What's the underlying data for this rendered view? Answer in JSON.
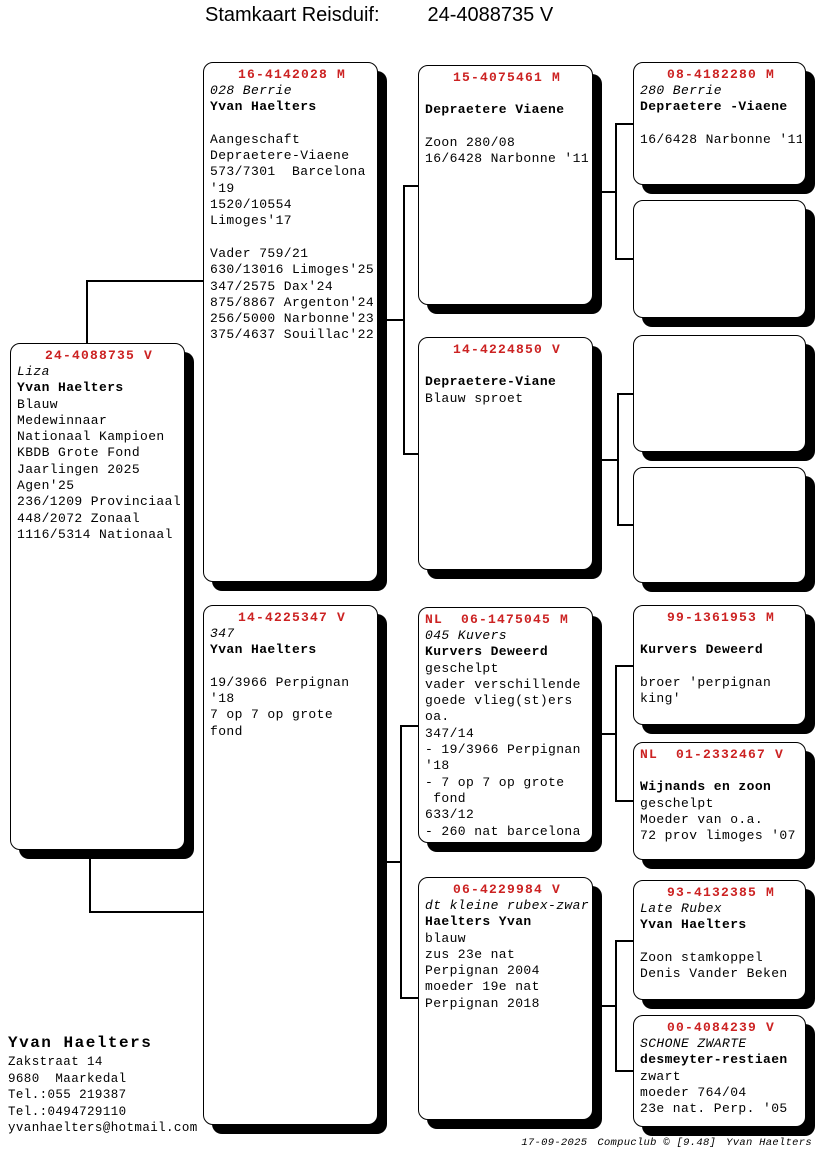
{
  "title": {
    "label": "Stamkaart Reisduif:",
    "ring": "24-4088735 V"
  },
  "colors": {
    "header_red": "#cc2222",
    "line": "#000000",
    "box_bg": "#ffffff"
  },
  "boxes": [
    {
      "id": "subject",
      "header": "24-4088735 V",
      "lines": [
        {
          "t": "Liza",
          "s": "i"
        },
        {
          "t": "Yvan Haelters",
          "s": "b"
        },
        "Blauw",
        "Medewinnaar",
        "Nationaal Kampioen",
        "KBDB Grote Fond",
        "Jaarlingen 2025",
        "Agen'25",
        "236/1209 Provinciaal",
        "448/2072 Zonaal",
        "1116/5314 Nationaal"
      ]
    },
    {
      "id": "father",
      "header": "16-4142028 M",
      "lines": [
        {
          "t": "028 Berrie",
          "s": "i"
        },
        {
          "t": "Yvan Haelters",
          "s": "b"
        },
        "",
        "Aangeschaft",
        "Depraetere-Viaene",
        "573/7301  Barcelona",
        "'19",
        "1520/10554",
        "Limoges'17",
        "",
        "Vader 759/21",
        "630/13016 Limoges'25",
        "347/2575 Dax'24",
        "875/8867 Argenton'24",
        "256/5000 Narbonne'23",
        "375/4637 Souillac'22"
      ]
    },
    {
      "id": "mother",
      "header": "14-4225347 V",
      "lines": [
        {
          "t": "347",
          "s": "i"
        },
        {
          "t": "Yvan Haelters",
          "s": "b"
        },
        "",
        "19/3966 Perpignan",
        "'18",
        "7 op 7 op grote",
        "fond"
      ]
    },
    {
      "id": "gf-paternal",
      "header": "15-4075461 M",
      "lines": [
        "",
        {
          "t": "Depraetere Viaene",
          "s": "b"
        },
        "",
        "Zoon 280/08",
        "16/6428 Narbonne '11"
      ]
    },
    {
      "id": "gm-paternal",
      "header": "14-4224850 V",
      "lines": [
        "",
        {
          "t": "Depraetere-Viane",
          "s": "b"
        },
        "Blauw sproet"
      ]
    },
    {
      "id": "gf-maternal",
      "header": "NL  06-1475045 M",
      "nl": true,
      "lines": [
        {
          "t": "045 Kuvers",
          "s": "i"
        },
        {
          "t": "Kurvers Deweerd",
          "s": "b"
        },
        "geschelpt",
        "vader verschillende",
        "goede vlieg(st)ers",
        "oa.",
        "347/14",
        "- 19/3966 Perpignan",
        "'18",
        "- 7 op 7 op grote",
        " fond",
        "633/12",
        "- 260 nat barcelona"
      ]
    },
    {
      "id": "gm-maternal",
      "header": "06-4229984 V",
      "lines": [
        {
          "t": "dt kleine rubex-zwar",
          "s": "i"
        },
        {
          "t": "Haelters Yvan",
          "s": "b"
        },
        "blauw",
        "zus 23e nat",
        "Perpignan 2004",
        "moeder 19e nat",
        "Perpignan 2018"
      ]
    },
    {
      "id": "ggf-1",
      "header": "08-4182280 M",
      "lines": [
        {
          "t": "280 Berrie",
          "s": "i"
        },
        {
          "t": "Depraetere -Viaene",
          "s": "b"
        },
        "",
        "16/6428 Narbonne '11"
      ]
    },
    {
      "id": "ggm-1",
      "header": "",
      "lines": []
    },
    {
      "id": "ggf-2",
      "header": "",
      "lines": []
    },
    {
      "id": "ggm-2",
      "header": "",
      "lines": []
    },
    {
      "id": "ggf-3",
      "header": "99-1361953 M",
      "lines": [
        "",
        {
          "t": "Kurvers Deweerd",
          "s": "b"
        },
        "",
        "broer 'perpignan",
        "king'"
      ]
    },
    {
      "id": "ggm-3",
      "header": "NL  01-2332467 V",
      "nl": true,
      "lines": [
        "",
        {
          "t": "Wijnands en zoon",
          "s": "b"
        },
        "geschelpt",
        "Moeder van o.a.",
        "72 prov limoges '07"
      ]
    },
    {
      "id": "ggf-4",
      "header": "93-4132385 M",
      "lines": [
        {
          "t": "Late Rubex",
          "s": "i"
        },
        {
          "t": "Yvan Haelters",
          "s": "b"
        },
        "",
        "Zoon stamkoppel",
        "Denis Vander Beken"
      ]
    },
    {
      "id": "ggm-4",
      "header": "00-4084239 V",
      "lines": [
        {
          "t": "SCHONE ZWARTE",
          "s": "i"
        },
        {
          "t": "desmeyter-restiaen",
          "s": "b"
        },
        "zwart",
        "moeder 764/04",
        "23e nat. Perp. '05"
      ]
    }
  ],
  "owner": {
    "name": "Yvan Haelters",
    "lines": [
      "Zakstraat 14",
      "9680  Maarkedal",
      "Tel.:055 219387",
      "Tel.:0494729110",
      "yvanhaelters@hotmail.com"
    ]
  },
  "footer": {
    "date": "17-09-2025",
    "program": "Compuclub © [9.48]",
    "user": "Yvan Haelters"
  }
}
